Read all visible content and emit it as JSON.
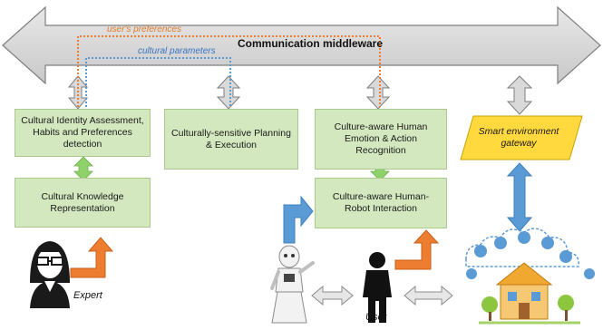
{
  "middleware": {
    "label": "Communication middleware",
    "users_preferences_label": "user's preferences",
    "cultural_parameters_label": "cultural parameters"
  },
  "boxes": {
    "cultural_identity": "Cultural Identity Assessment, Habits and Preferences detection",
    "cultural_knowledge": "Cultural Knowledge Representation",
    "planning": "Culturally-sensitive Planning & Execution",
    "emotion": "Culture-aware Human Emotion & Action Recognition",
    "hri": "Culture-aware Human-Robot  Interaction",
    "gateway": "Smart environment gateway"
  },
  "actors": {
    "expert": "Expert",
    "user": "User"
  },
  "colors": {
    "middleware_fill": "#d9d9d9",
    "box_fill": "#d3e8be",
    "gateway_fill": "#ffd93d",
    "orange": "#ed7d31",
    "blue": "#5b9bd5",
    "green_arrow": "#8fd16b"
  }
}
